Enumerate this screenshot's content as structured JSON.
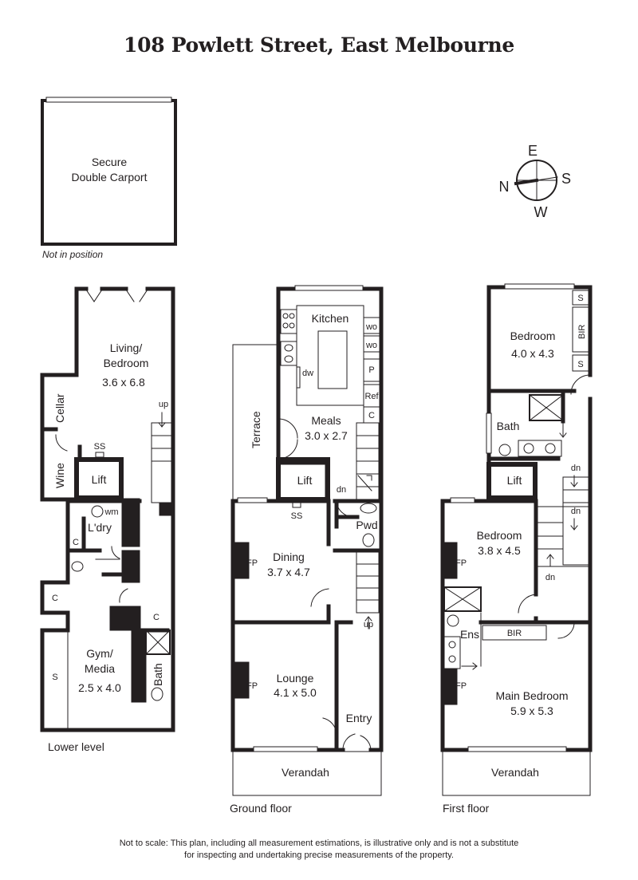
{
  "title": "108 Powlett Street, East Melbourne",
  "carport": {
    "line1": "Secure",
    "line2": "Double Carport",
    "note": "Not in position"
  },
  "compass": {
    "n": "N",
    "e": "E",
    "s": "S",
    "w": "W"
  },
  "lower": {
    "caption": "Lower level",
    "living": {
      "name1": "Living/",
      "name2": "Bedroom",
      "dims": "3.6 x 6.8"
    },
    "cellar": "Cellar",
    "wine": "Wine",
    "lift": "Lift",
    "ss": "SS",
    "up": "up",
    "wm": "wm",
    "laundry": "L'dry",
    "c1": "C",
    "c2": "C",
    "c3": "C",
    "gym": {
      "name1": "Gym/",
      "name2": "Media",
      "dims": "2.5 x 4.0"
    },
    "s": "S",
    "bath": "Bath"
  },
  "ground": {
    "caption": "Ground floor",
    "kitchen": "Kitchen",
    "wo1": "wo",
    "wo2": "wo",
    "p": "P",
    "ref": "Ref",
    "c": "C",
    "dw": "dw",
    "terrace": "Terrace",
    "meals": {
      "name": "Meals",
      "dims": "3.0 x 2.7"
    },
    "lift": "Lift",
    "dn": "dn",
    "ss": "SS",
    "pwd": "Pwd",
    "dining": {
      "name": "Dining",
      "dims": "3.7 x 4.7"
    },
    "fp1": "FP",
    "fp2": "FP",
    "up": "up",
    "lounge": {
      "name": "Lounge",
      "dims": "4.1 x 5.0"
    },
    "entry": "Entry",
    "verandah": "Verandah"
  },
  "first": {
    "caption": "First floor",
    "bedroom1": {
      "name": "Bedroom",
      "dims": "4.0 x 4.3"
    },
    "s1": "S",
    "s2": "S",
    "bir1": "BIR",
    "bath": "Bath",
    "lift": "Lift",
    "dn1": "dn",
    "dn2": "dn",
    "dn3": "dn",
    "bedroom2": {
      "name": "Bedroom",
      "dims": "3.8 x 4.5"
    },
    "fp1": "FP",
    "fp2": "FP",
    "ens": "Ens",
    "bir2": "BIR",
    "main": {
      "name": "Main Bedroom",
      "dims": "5.9 x 5.3"
    },
    "verandah": "Verandah"
  },
  "disclaimer": {
    "line1": "Not to scale: This plan, including all measurement estimations, is illustrative only and is not a substitute",
    "line2": "for inspecting and undertaking precise measurements of the property."
  },
  "colors": {
    "wall": "#231f20",
    "background": "#ffffff",
    "fixture": "#231f20"
  }
}
